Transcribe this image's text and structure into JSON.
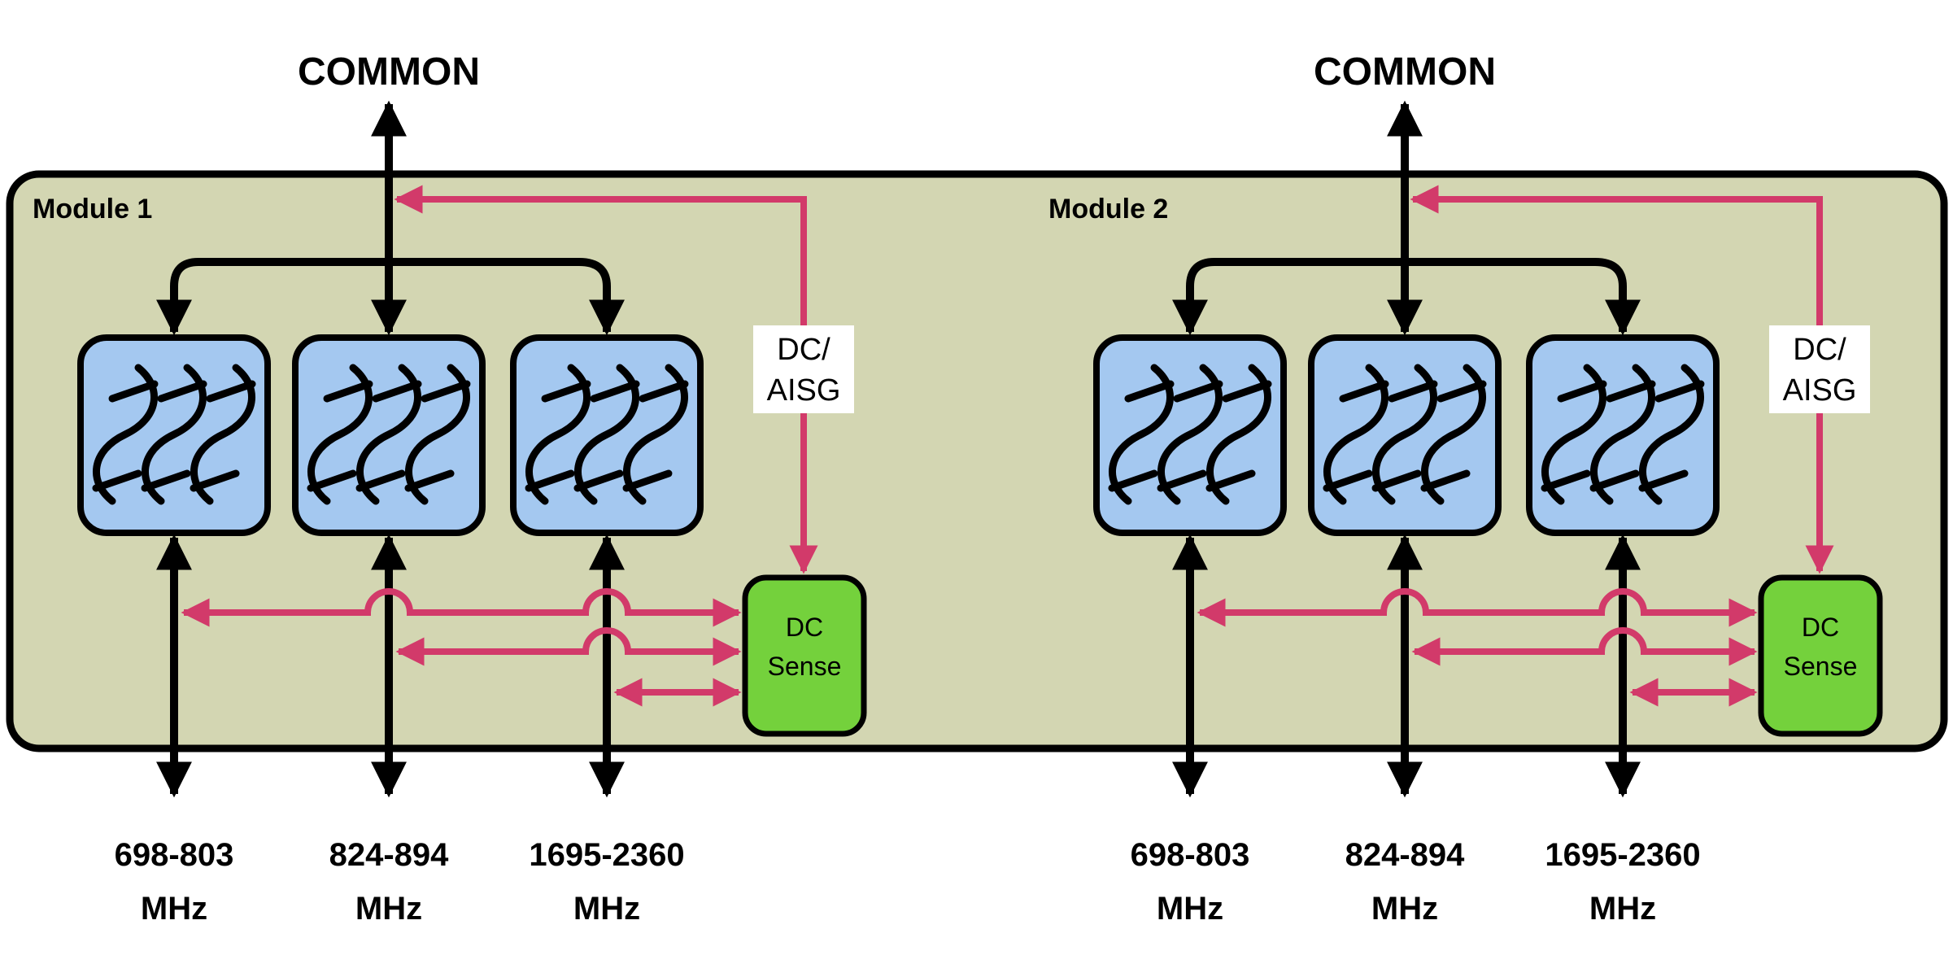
{
  "diagram": {
    "type": "rf-multiplexer-block-diagram",
    "colors": {
      "enclosure_fill": "#d3d6b2",
      "filter_fill": "#a4c8f0",
      "dc_sense_fill": "#74d13c",
      "dc_aisg_line": "#d23a6a",
      "rf_line": "#000000",
      "dc_aisg_label_bg": "#ffffff"
    },
    "modules": [
      {
        "label": "Module 1",
        "common_port_label": "COMMON",
        "dc_aisg_label": [
          "DC/",
          "AISG"
        ],
        "dc_sense_label": [
          "DC",
          "Sense"
        ],
        "ports": [
          {
            "range": "698-803",
            "unit": "MHz"
          },
          {
            "range": "824-894",
            "unit": "MHz"
          },
          {
            "range": "1695-2360",
            "unit": "MHz"
          }
        ]
      },
      {
        "label": "Module 2",
        "common_port_label": "COMMON",
        "dc_aisg_label": [
          "DC/",
          "AISG"
        ],
        "dc_sense_label": [
          "DC",
          "Sense"
        ],
        "ports": [
          {
            "range": "698-803",
            "unit": "MHz"
          },
          {
            "range": "824-894",
            "unit": "MHz"
          },
          {
            "range": "1695-2360",
            "unit": "MHz"
          }
        ]
      }
    ]
  }
}
